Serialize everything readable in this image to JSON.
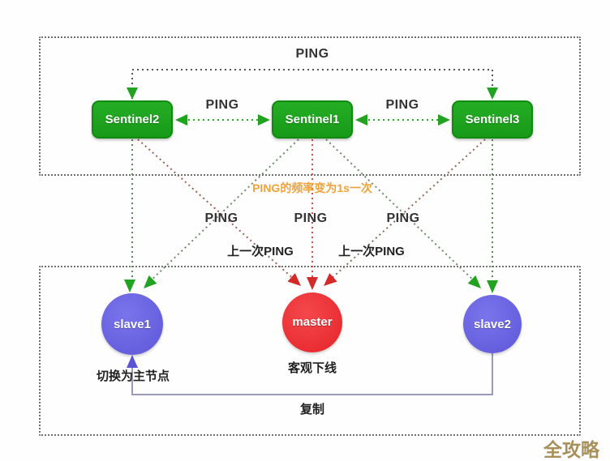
{
  "diagram": {
    "title_hint": "Redis Sentinel failover diagram",
    "sentinel_cluster": {
      "nodes": [
        {
          "label": "Sentinel2"
        },
        {
          "label": "Sentinel1"
        },
        {
          "label": "Sentinel3"
        }
      ],
      "ping_top": "PING",
      "ping_left": "PING",
      "ping_right": "PING"
    },
    "monitor_links": {
      "note": "PING的频率变为1s一次",
      "ping_labels": [
        "PING",
        "PING",
        "PING"
      ],
      "last_ping_labels": [
        "上一次PING",
        "上一次PING"
      ]
    },
    "data_nodes": {
      "slave1": "slave1",
      "master": "master",
      "slave2": "slave2",
      "switch_label": "切换为主节点",
      "offline_label": "客观下线",
      "replicate_label": "复制"
    },
    "watermark": "全攻略",
    "colors": {
      "sentinel_green": "#1fa41f",
      "slave_purple": "#6a64e0",
      "master_red": "#ee3237",
      "arrow_green": "#21a321",
      "arrow_red": "#d42a2a",
      "replicate_line": "#9999b8",
      "replicate_arrow": "#5b55d6",
      "note_orange": "#f0a23a",
      "watermark_gold": "#a8905a",
      "border_gray": "#6f6f6f"
    }
  }
}
